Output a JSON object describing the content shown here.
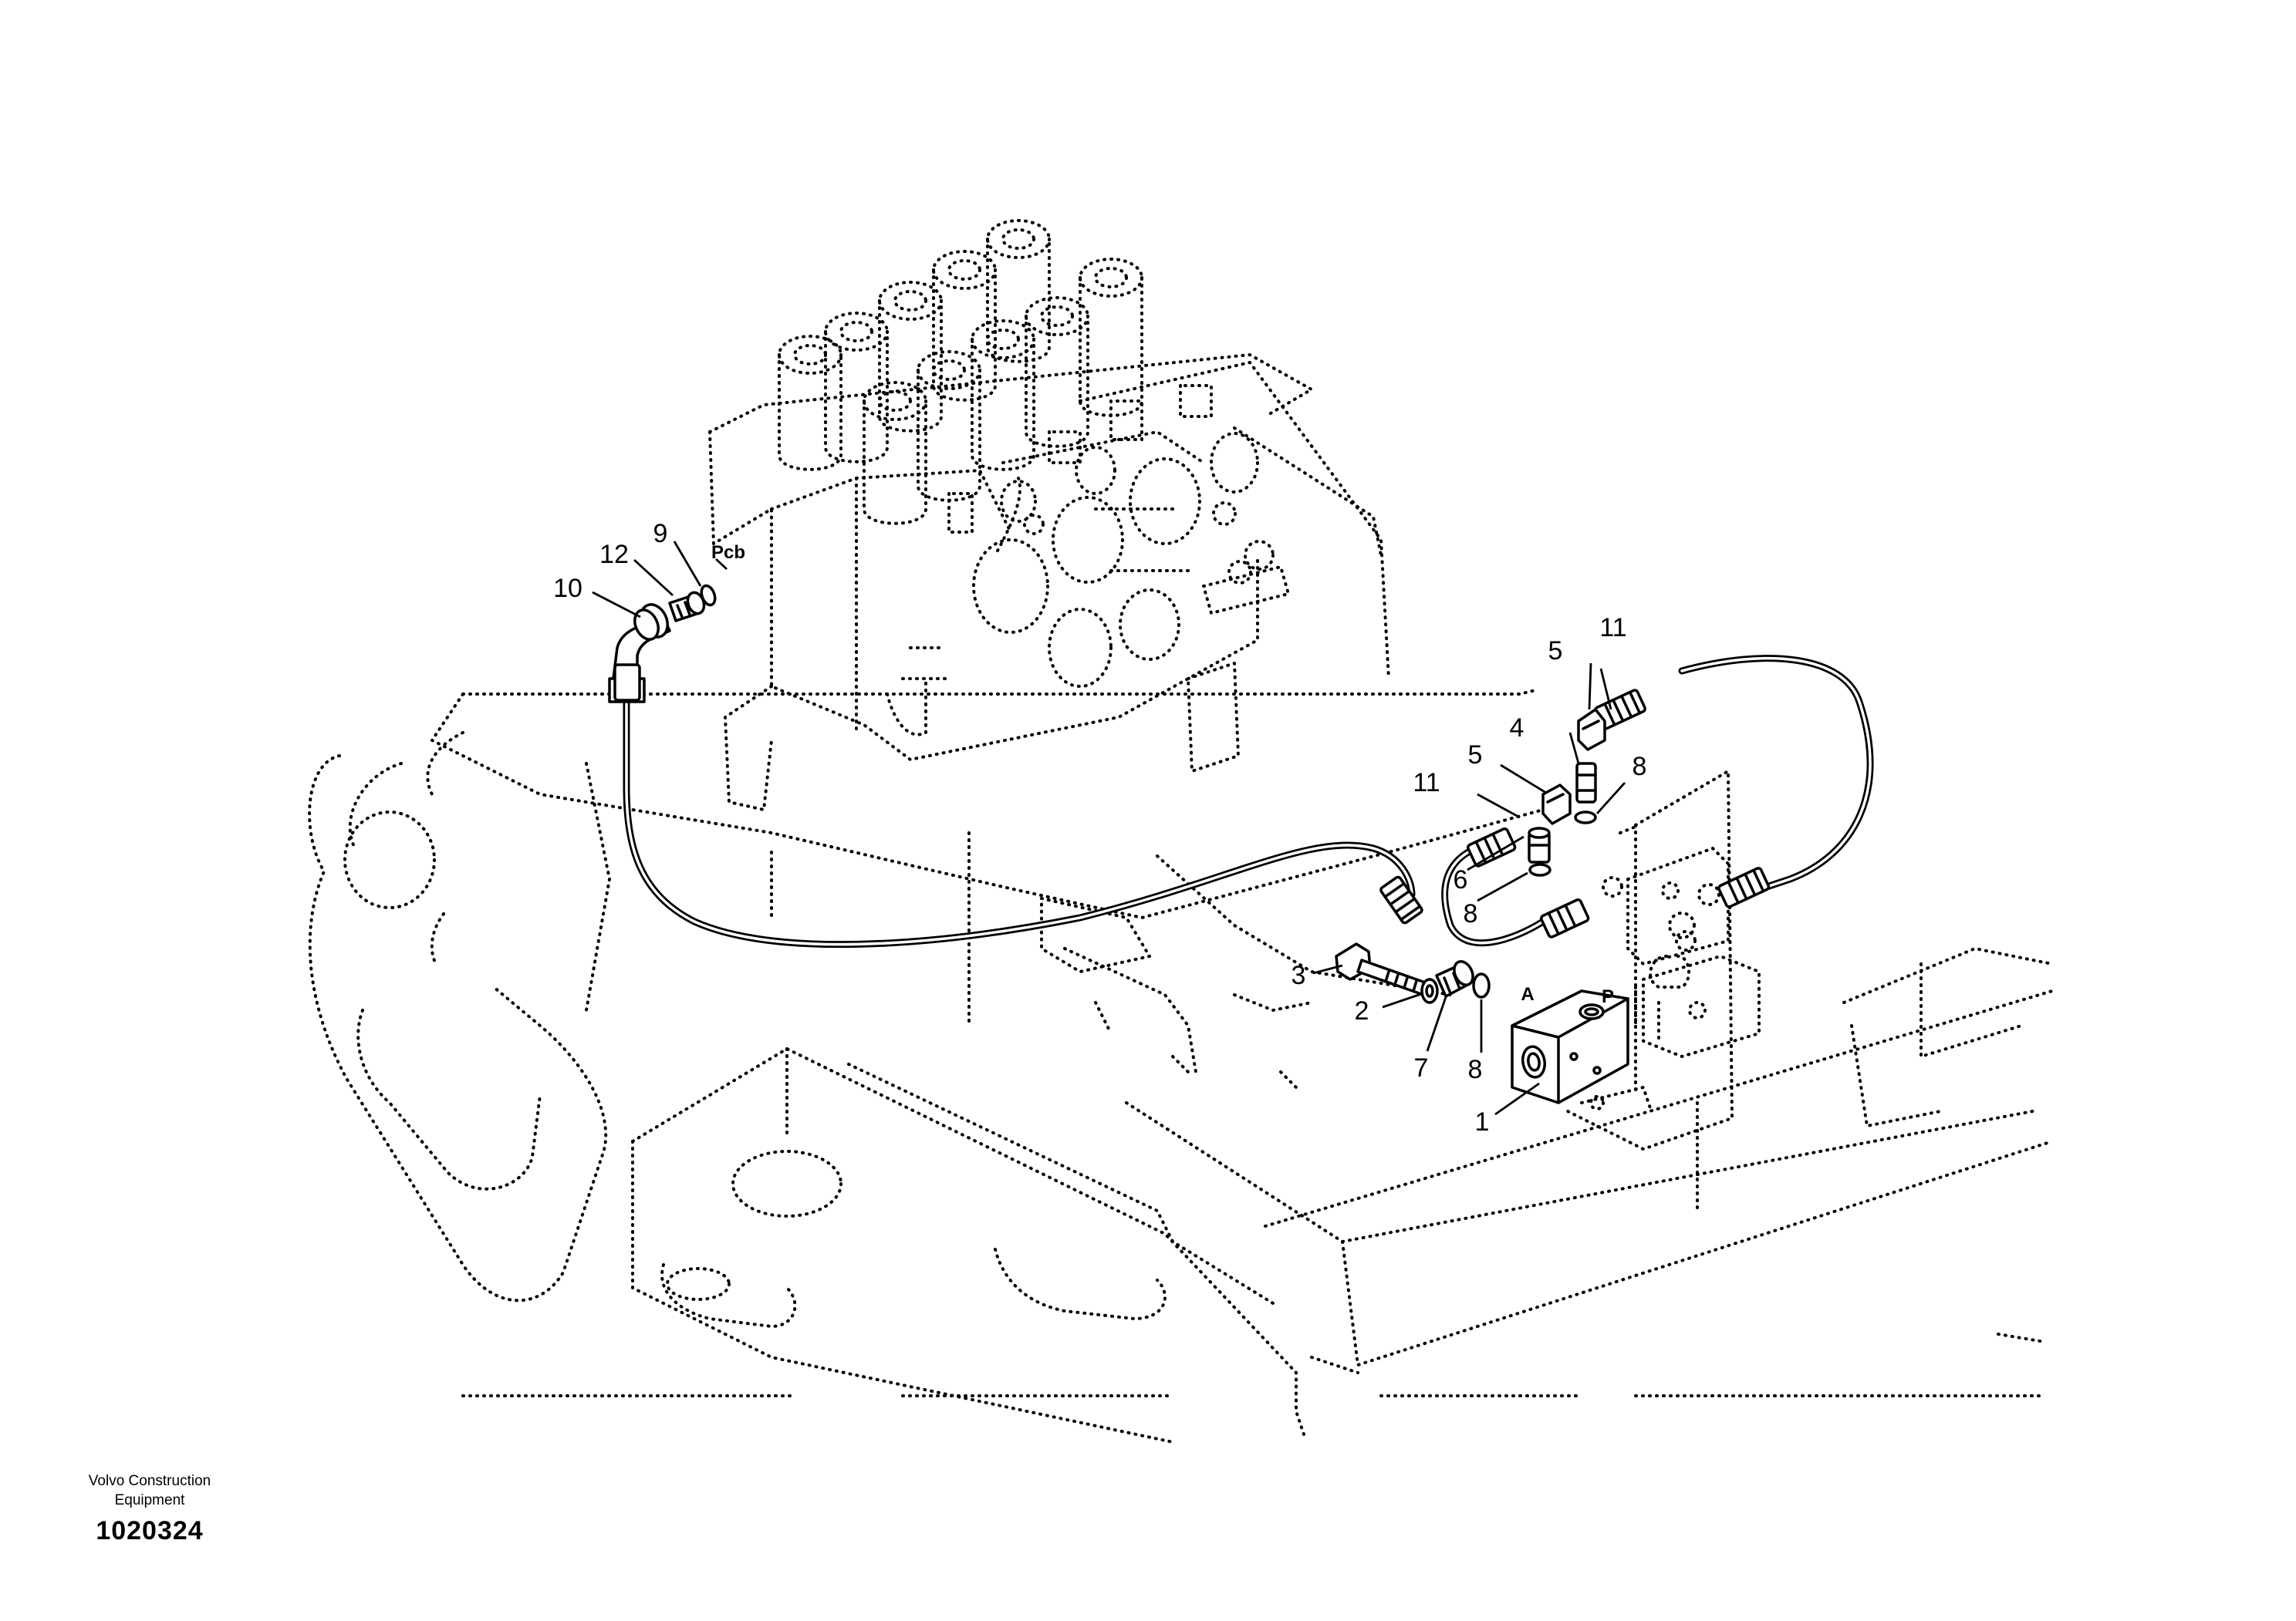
{
  "callouts": {
    "c1": "1",
    "c2": "2",
    "c3": "3",
    "c4": "4",
    "c5a": "5",
    "c5b": "5",
    "c6": "6",
    "c7": "7",
    "c8a": "8",
    "c8b": "8",
    "c8c": "8",
    "c9": "9",
    "c10": "10",
    "c11a": "11",
    "c11b": "11",
    "c12": "12"
  },
  "port_labels": {
    "pcb": "Pcb",
    "a": "A",
    "p": "P"
  },
  "footer": {
    "brand_line1": "Volvo Construction",
    "brand_line2": "Equipment",
    "figure_number": "1020324"
  }
}
